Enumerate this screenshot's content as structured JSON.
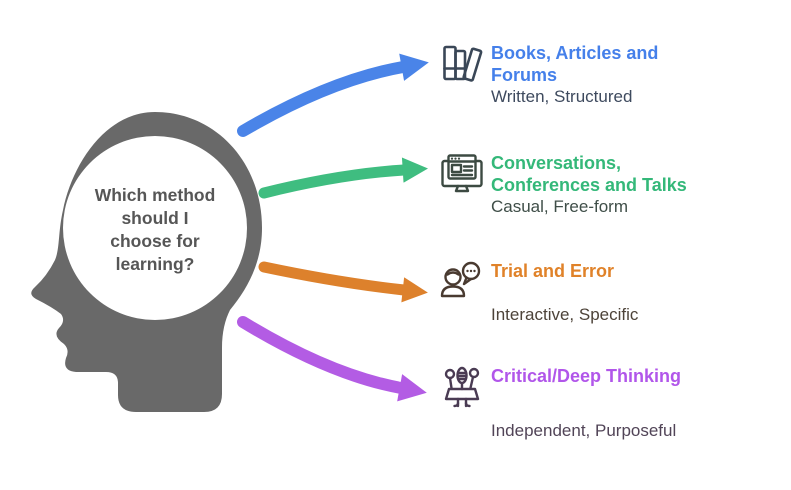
{
  "question": "Which method\nshould I\nchoose for\nlearning?",
  "head": {
    "silhouette_color": "#696969",
    "question_color": "#565656"
  },
  "items": [
    {
      "title": "Books, Articles and Forums",
      "subtitle": "Written, Structured",
      "icon": "books-icon",
      "accent_color": "#4580ea",
      "arrow_color": "#4a84e8",
      "subtitle_color": "#3e4a5e",
      "icon_color": "#3a4757"
    },
    {
      "title": "Conversations, Conferences and Talks",
      "subtitle": "Casual, Free-form",
      "icon": "monitor-browser-icon",
      "accent_color": "#34b879",
      "arrow_color": "#3fbd80",
      "subtitle_color": "#3f4e48",
      "icon_color": "#3c4a42"
    },
    {
      "title": "Trial and Error",
      "subtitle": "Interactive, Specific",
      "icon": "person-chat-icon",
      "accent_color": "#e08229",
      "arrow_color": "#dd812c",
      "subtitle_color": "#4d4339",
      "icon_color": "#493a30"
    },
    {
      "title": "Critical/Deep Thinking",
      "subtitle": "Independent, Purposeful",
      "icon": "podium-mics-icon",
      "accent_color": "#b156ea",
      "arrow_color": "#b35ce4",
      "subtitle_color": "#514457",
      "icon_color": "#4a3b53"
    }
  ]
}
